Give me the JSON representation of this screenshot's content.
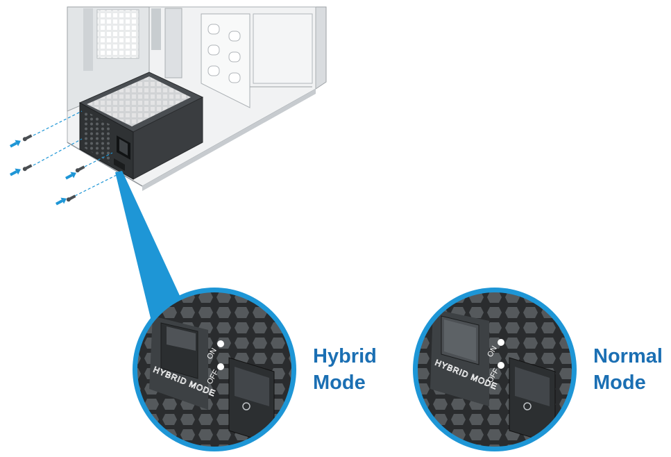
{
  "colors": {
    "accent": "#1e96d6",
    "label_text": "#1b6fb3",
    "chassis": "#e6e8ea",
    "psu_dark": "#3a3d40",
    "switch": "#2c2f31"
  },
  "callouts": [
    {
      "label_line1": "Hybrid",
      "label_line2": "Mode",
      "panel_text": "HYBRID MODE",
      "on_text": "ON",
      "off_text": "OFF",
      "state": "on"
    },
    {
      "label_line1": "Normal",
      "label_line2": "Mode",
      "panel_text": "HYBRID MODE",
      "on_text": "ON",
      "off_text": "OFF",
      "state": "off"
    }
  ]
}
